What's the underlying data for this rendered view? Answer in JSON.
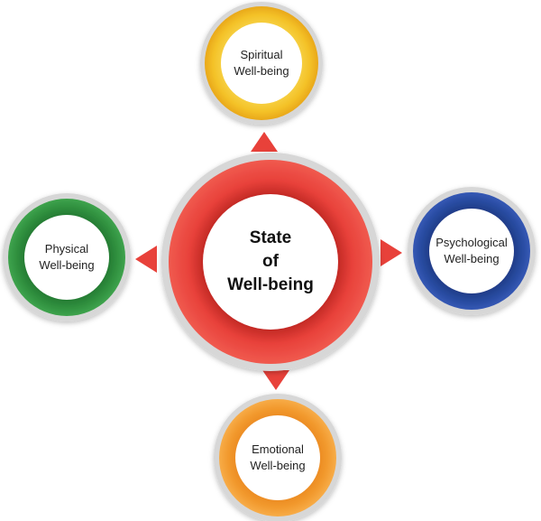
{
  "center": {
    "lines": [
      "State",
      "of",
      "Well-being"
    ],
    "color": "#e8413a"
  },
  "nodes": {
    "spiritual": {
      "lines": [
        "Spiritual",
        "Well-being"
      ],
      "color": "#f4c228"
    },
    "physical": {
      "lines": [
        "Physical",
        "Well-being"
      ],
      "color": "#2f8f3e"
    },
    "psychological": {
      "lines": [
        "Psychological",
        "Well-being"
      ],
      "color": "#274a9e"
    },
    "emotional": {
      "lines": [
        "Emotional",
        "Well-being"
      ],
      "color": "#f29a2e"
    }
  },
  "connector_color": "#e8413a",
  "outer_ring_color": "#d7d7d7"
}
